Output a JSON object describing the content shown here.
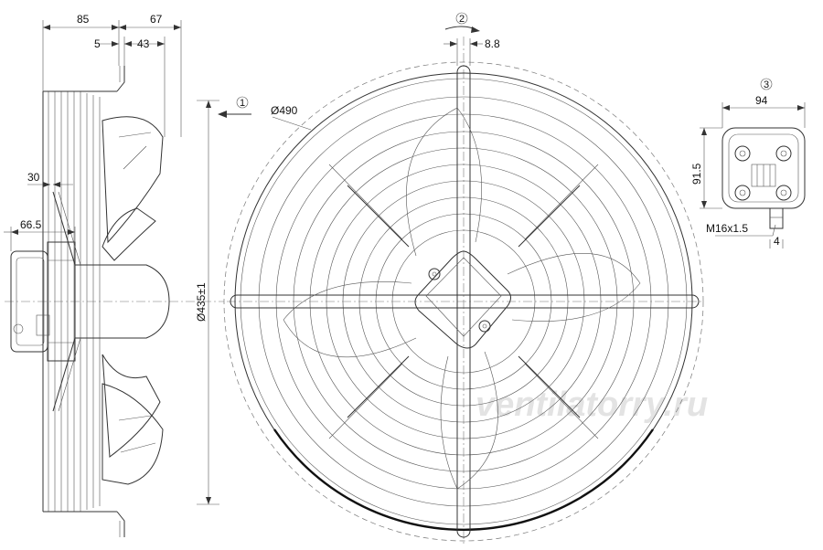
{
  "dimensions": {
    "d85": "85",
    "d67": "67",
    "d5": "5",
    "d43": "43",
    "d30": "30",
    "d66_5": "66.5",
    "d435": "Ø435±1",
    "d490": "Ø490",
    "d8_8": "8.8",
    "d94": "94",
    "d91_5": "91.5",
    "thread": "M16x1.5"
  },
  "callouts": {
    "c1": "1",
    "c2": "2",
    "c3": "3",
    "c4": "4"
  },
  "watermark": "ventilatorry.ru",
  "colors": {
    "line": "#333333",
    "watermark": "#e3e3e3"
  }
}
